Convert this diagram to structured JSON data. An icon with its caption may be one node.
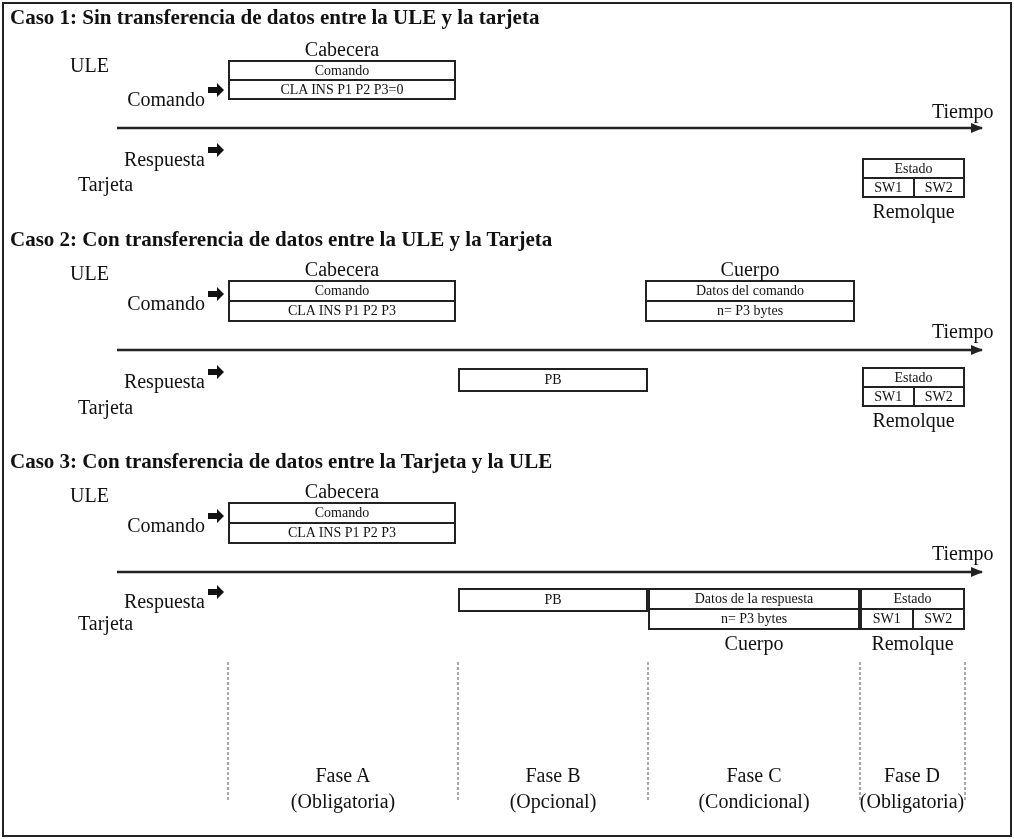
{
  "diagram": {
    "nodes": [
      {
        "text": [
          "Comando",
          "CLA INS P1 P2 P3=0"
        ],
        "beside": [
          "Cabecera"
        ]
      },
      {
        "text": [
          "Estado",
          "SW1",
          "SW2"
        ],
        "beside": [
          "Remolque"
        ]
      },
      {
        "text": [
          "Comando",
          "CLA INS P1 P2 P3"
        ],
        "beside": [
          "Cabecera"
        ]
      },
      {
        "text": [
          "Datos del comando",
          "n= P3 bytes"
        ],
        "beside": [
          "Cuerpo"
        ]
      },
      {
        "text": [
          "PB"
        ]
      },
      {
        "text": [
          "Estado",
          "SW1",
          "SW2"
        ],
        "beside": [
          "Remolque"
        ]
      },
      {
        "text": [
          "Comando",
          "CLA INS P1 P2 P3"
        ],
        "beside": [
          "Cabecera"
        ]
      },
      {
        "text": [
          "PB"
        ]
      },
      {
        "text": [
          "Datos de la respuesta",
          "n= P3 bytes"
        ],
        "beside": [
          "Cuerpo"
        ]
      },
      {
        "text": [
          "Estado",
          "SW1",
          "SW2"
        ],
        "beside": [
          "Remolque"
        ]
      }
    ],
    "edges": [],
    "labels": [
      "Caso 1: Sin transferencia de datos entre la ULE y la tarjeta",
      "ULE",
      "Comando",
      "Tiempo",
      "Respuesta",
      "Tarjeta",
      "Caso 2: Con transferencia de datos entre la ULE y la Tarjeta",
      "ULE",
      "Comando",
      "Tiempo",
      "Respuesta",
      "Tarjeta",
      "Caso 3: Con transferencia de datos entre la Tarjeta y la ULE",
      "ULE",
      "Comando",
      "Tiempo",
      "Respuesta",
      "Tarjeta",
      "Fase A",
      "Fase B",
      "Fase C",
      "Fase D",
      "(Obligatoria)",
      "(Opcional)",
      "(Condicional)",
      "(Obligatoria)"
    ]
  }
}
